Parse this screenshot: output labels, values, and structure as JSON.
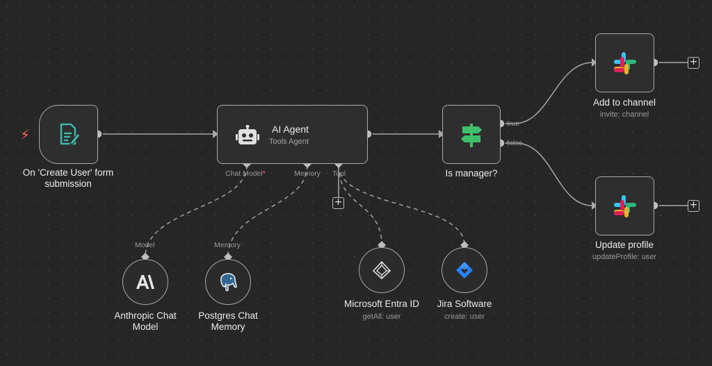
{
  "nodes": {
    "trigger": {
      "title": "On 'Create User' form submission"
    },
    "agent": {
      "title": "AI Agent",
      "subtitle": "Tools Agent"
    },
    "if": {
      "title": "Is manager?"
    },
    "add_channel": {
      "title": "Add to channel",
      "subtitle": "invite: channel"
    },
    "update_profile": {
      "title": "Update profile",
      "subtitle": "updateProfile: user"
    },
    "anthropic": {
      "title": "Anthropic Chat Model"
    },
    "postgres": {
      "title": "Postgres Chat Memory"
    },
    "entra": {
      "title": "Microsoft Entra ID",
      "subtitle": "getAll: user"
    },
    "jira": {
      "title": "Jira Software",
      "subtitle": "create: user"
    }
  },
  "ports": {
    "chat_model": "Chat Model",
    "chat_model_required": "*",
    "memory": "Memory",
    "tool": "Tool",
    "true": "true",
    "false": "false",
    "model_input": "Model",
    "memory_input": "Memory"
  },
  "icons": {
    "trigger": "form-edit-icon",
    "agent": "robot-icon",
    "if": "signpost-icon",
    "slack": "slack-icon",
    "anthropic": "anthropic-icon",
    "postgres": "postgres-elephant-icon",
    "entra": "entra-id-icon",
    "jira": "jira-icon",
    "bolt": "lightning-bolt-icon"
  },
  "colors": {
    "canvas": "#262626",
    "node_border": "#a9a9a9",
    "wire": "#a9a9a9",
    "trigger_bolt": "#ff6d5a",
    "form_icon": "#3fb7a9",
    "signpost": "#3fbf6a",
    "jira": "#2684ff"
  },
  "add_symbol": "+"
}
